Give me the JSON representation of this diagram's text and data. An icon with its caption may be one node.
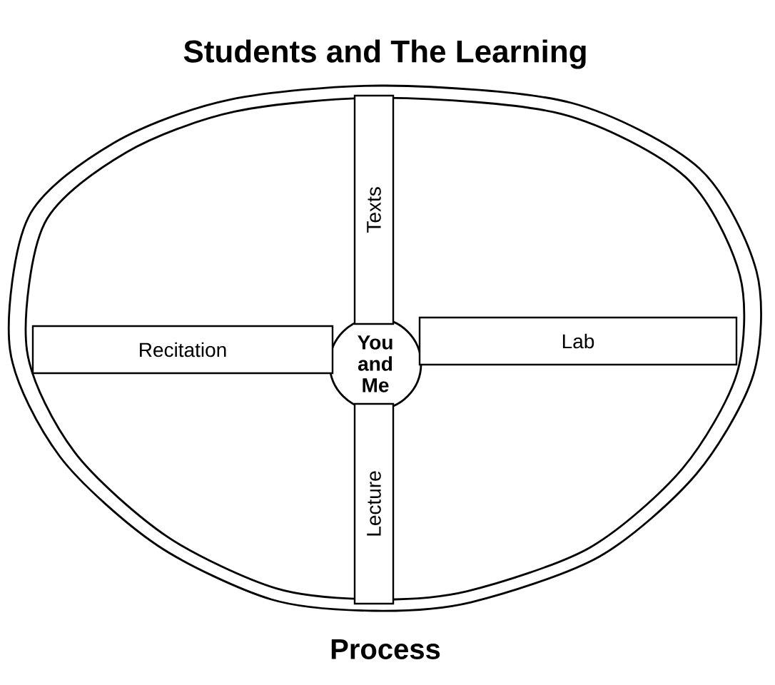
{
  "diagram": {
    "nodes": [
      {
        "text": [
          "Students and The Learning",
          "Process"
        ]
      },
      {
        "text": [
          "You and Me"
        ],
        "in": 0
      },
      {
        "text": [
          "Texts"
        ],
        "in": 0
      },
      {
        "text": [
          "Recitation"
        ],
        "in": 0
      },
      {
        "text": [
          "Lab"
        ],
        "in": 0
      },
      {
        "text": [
          "Lecture"
        ],
        "in": 0
      }
    ]
  }
}
